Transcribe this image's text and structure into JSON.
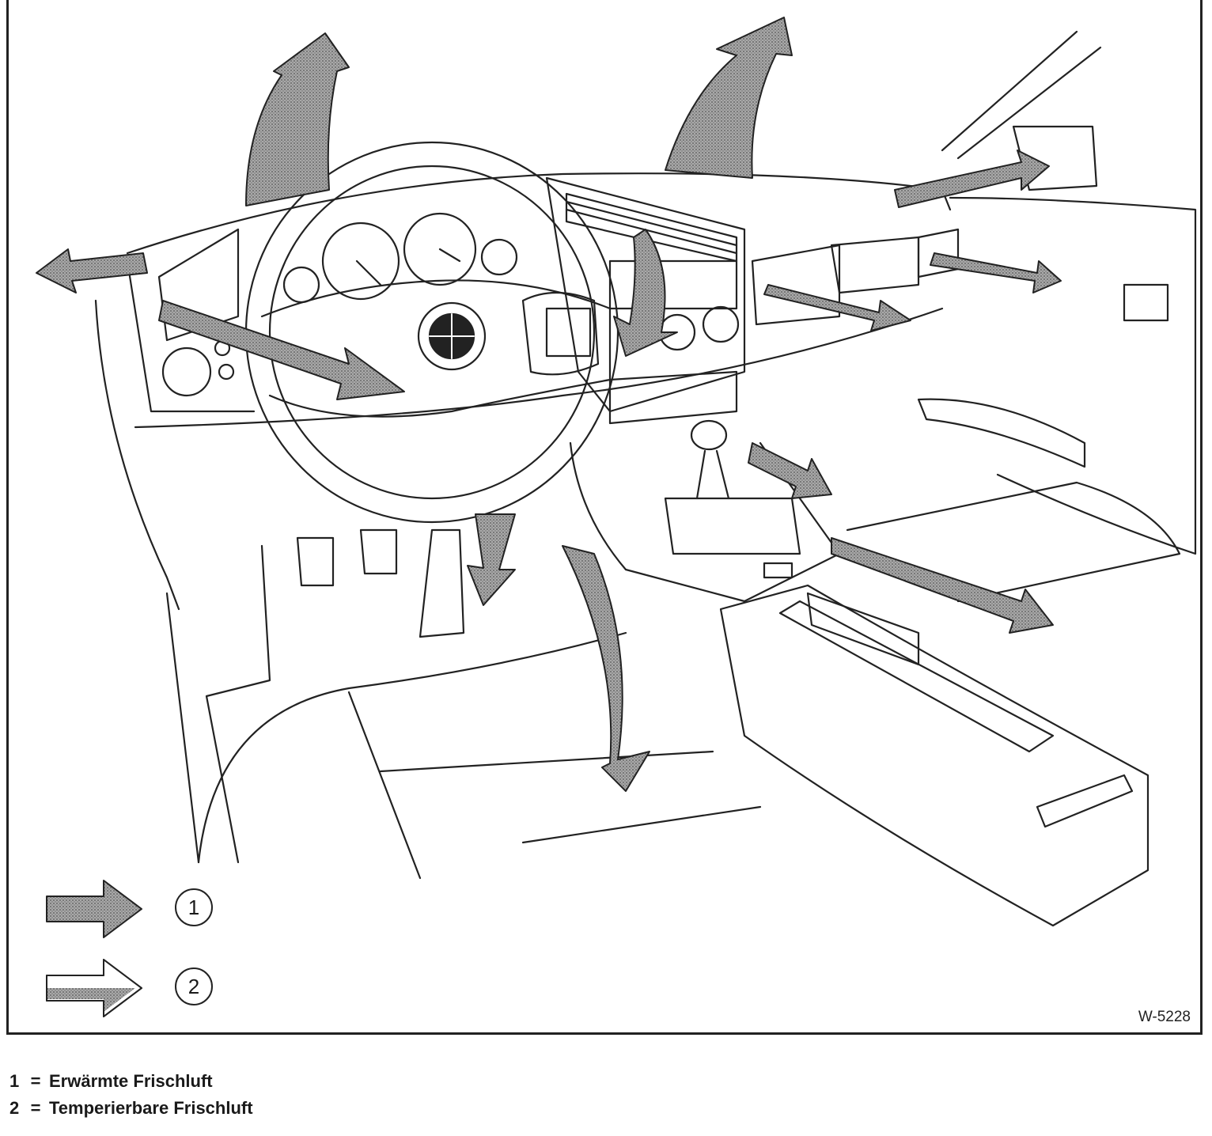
{
  "figure": {
    "id": "W-5228"
  },
  "legend": [
    {
      "number": "1",
      "label": "Erwärmte Frischluft",
      "arrow_style": "stippled-full"
    },
    {
      "number": "2",
      "label": "Temperierbare Frischluft",
      "arrow_style": "stippled-lower-half"
    }
  ],
  "colors": {
    "line": "#222222",
    "stipple": "#8a8a8a",
    "paper": "#ffffff"
  }
}
